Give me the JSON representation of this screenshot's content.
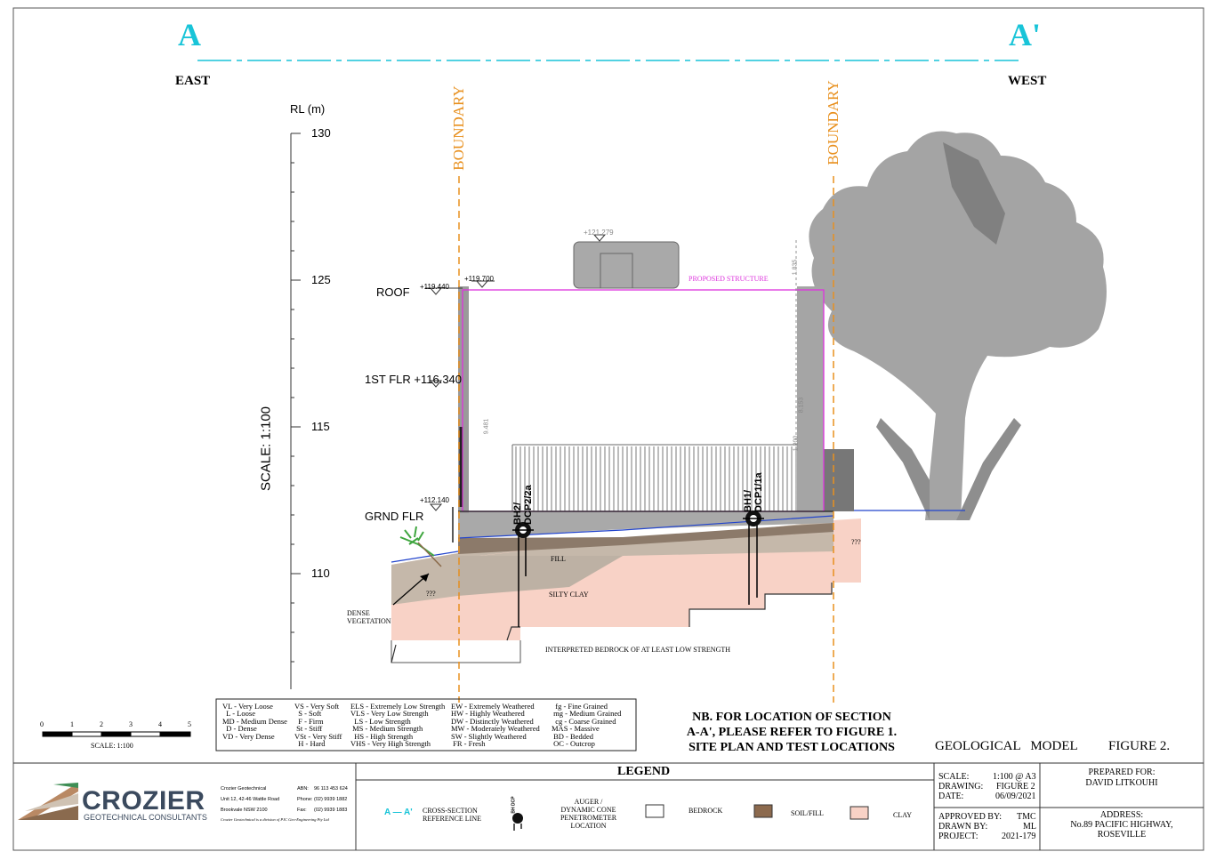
{
  "section": {
    "label_start": "A",
    "label_end": "A'",
    "left_direction": "EAST",
    "right_direction": "WEST",
    "accent_color": "#18c4d8"
  },
  "axis": {
    "title": "RL (m)",
    "ticks": [
      130,
      125,
      115,
      110
    ],
    "scale_label": "SCALE:   1:100"
  },
  "boundary": {
    "left": "BOUNDARY",
    "right": "BOUNDARY",
    "color": "#e8901e"
  },
  "levels": {
    "roof": "ROOF",
    "roof_rl_left": "+119.440",
    "roof_rl_top": "+119.700",
    "upper_rl": "+121.279",
    "first_floor": "1ST FLR +116.340",
    "ground_floor": "GRND FLR",
    "ground_rl": "+112.140"
  },
  "structure": {
    "label": "PROPOSED STRUCTURE",
    "color": "#dd33dd"
  },
  "dims": {
    "d1": "9.481",
    "d2": "8.153",
    "d3": "1.835",
    "d4": "1.200"
  },
  "boreholes": [
    {
      "line1": "BH2/",
      "line2": "DCP2/2a"
    },
    {
      "line1": "BH1/",
      "line2": "DCP1/1a"
    }
  ],
  "strata": {
    "fill": "FILL",
    "silty_clay": "SILTY CLAY",
    "bedrock": "INTERPRETED BEDROCK OF AT LEAST LOW STRENGTH",
    "unknown_left": "???",
    "unknown_right": "???",
    "fill_color": "#c5b8aa",
    "clay_color": "#f8d2c6",
    "grey_fill_color": "#a9a9a9",
    "soil_fill_color": "#8c6a4e",
    "vegetation_line1": "DENSE",
    "vegetation_line2": "VEGETATION"
  },
  "scale_bar": {
    "ticks": [
      "0",
      "1",
      "2",
      "3",
      "4",
      "5"
    ],
    "label": "SCALE:  1:100"
  },
  "abbreviations": {
    "col1": "VL - Very Loose\n  L - Loose\nMD - Medium Dense\n  D - Dense\nVD - Very Dense",
    "col2": "VS - Very Soft\n  S - Soft\n  F - Firm\n St - Stiff\nVSt - Very Stiff\n  H - Hard",
    "col3": "ELS - Extremely Low Strength\nVLS - Very Low Strength\n  LS - Low Strength\n MS - Medium Strength\n  HS - High Strength\nVHS - Very High Strength",
    "col4": "EW - Extremely Weathered\nHW - Highly Weathered\nDW - Distinctly Weathered\nMW - Moderately Weathered\nSW - Slightly Weathered\n FR - Fresh",
    "col5": "  fg - Fine Grained\n mg - Medium Grained\n  cg - Coarse Grained\nMAS - Massive\n BD - Bedded\n OC - Outcrop"
  },
  "note": {
    "line1": "NB. FOR LOCATION OF SECTION",
    "line2": "A-A', PLEASE REFER TO FIGURE 1.",
    "line3": "SITE PLAN AND TEST LOCATIONS"
  },
  "figure": {
    "title": "GEOLOGICAL   MODEL",
    "number": "FIGURE 2."
  },
  "legend": {
    "title": "LEGEND",
    "cross_section_symbol": "A — A'",
    "cross_section_label1": "CROSS-SECTION",
    "cross_section_label2": "REFERENCE LINE",
    "auger_symbol_text": "BH DCP",
    "auger_label": "AUGER /\nDYNAMIC CONE\nPENETROMETER\nLOCATION",
    "bedrock_label": "BEDROCK",
    "soil_fill_label": "SOIL/FILL",
    "clay_label": "CLAY"
  },
  "company": {
    "name": "CROZIER",
    "subtitle": "GEOTECHNICAL CONSULTANTS",
    "detail_name": "Crozier Geotechnical",
    "address1": "Unit 12, 42-46 Wattle Road",
    "address2": "Brookvale NSW 2100",
    "division": "Crozier Geotechnical is a division of PJC Geo-Engineering Pty Ltd",
    "abn_label": "ABN:",
    "abn": "96 113 453 624",
    "phone_label": "Phone:",
    "phone": "(02) 9939 1882",
    "fax_label": "Fax:",
    "fax": "(02) 9939 1883"
  },
  "title_block": {
    "scale_label": "SCALE:",
    "scale": "1:100 @ A3",
    "drawing_label": "DRAWING:",
    "drawing": "FIGURE 2",
    "date_label": "DATE:",
    "date": "06/09/2021",
    "approved_label": "APPROVED BY:",
    "approved": "TMC",
    "drawn_label": "DRAWN BY:",
    "drawn": "ML",
    "project_label": "PROJECT:",
    "project": "2021-179",
    "prepared_label": "PREPARED FOR:",
    "prepared_for": "DAVID LITKOUHI",
    "address_label": "ADDRESS:",
    "address1": "No.89 PACIFIC HIGHWAY,",
    "address2": "ROSEVILLE"
  }
}
